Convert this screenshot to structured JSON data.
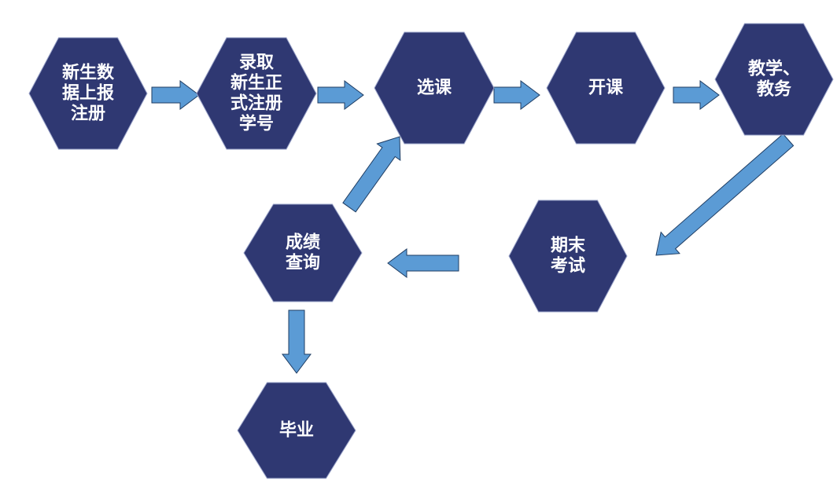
{
  "diagram": {
    "type": "flowchart",
    "colors": {
      "node_fill": "#2f3872",
      "node_text": "#ffffff",
      "arrow_fill": "#5b9bd5",
      "arrow_stroke": "#1f3d63",
      "background": "#ffffff"
    },
    "nodes": [
      {
        "id": "n1",
        "lines": [
          "新生数",
          "据上报",
          "注册"
        ]
      },
      {
        "id": "n2",
        "lines": [
          "录取",
          "新生正",
          "式注册",
          "学号"
        ]
      },
      {
        "id": "n3",
        "lines": [
          "选课"
        ]
      },
      {
        "id": "n4",
        "lines": [
          "开课"
        ]
      },
      {
        "id": "n5",
        "lines": [
          "教学、",
          "教务"
        ]
      },
      {
        "id": "n6",
        "lines": [
          "期末",
          "考试"
        ]
      },
      {
        "id": "n7",
        "lines": [
          "成绩",
          "查询"
        ]
      },
      {
        "id": "n8",
        "lines": [
          "毕业"
        ]
      }
    ],
    "edges": [
      {
        "from": "n1",
        "to": "n2"
      },
      {
        "from": "n2",
        "to": "n3"
      },
      {
        "from": "n3",
        "to": "n4"
      },
      {
        "from": "n4",
        "to": "n5"
      },
      {
        "from": "n5",
        "to": "n6"
      },
      {
        "from": "n6",
        "to": "n7"
      },
      {
        "from": "n7",
        "to": "n3"
      },
      {
        "from": "n7",
        "to": "n8"
      }
    ]
  }
}
